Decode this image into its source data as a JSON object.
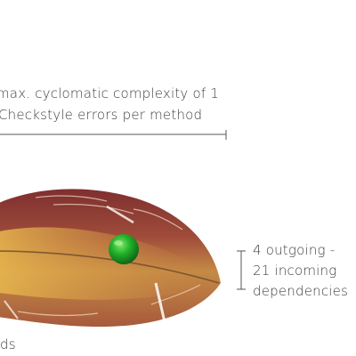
{
  "annotations": {
    "complexity_line": "max. cyclomatic complexity of 1",
    "errors_line": "Checkstyle errors per method",
    "dependencies": {
      "outgoing": "4 outgoing -",
      "incoming": "21 incoming",
      "label": "dependencies"
    },
    "bottom_fragment": "ds"
  },
  "glyph": {
    "type": "feather",
    "marker": "green-sphere"
  },
  "colors": {
    "feather_dark": "#8a3a33",
    "feather_light": "#d9a84a",
    "feather_mid": "#b86b3e",
    "marker": "#22b02a",
    "lines": "#555555"
  }
}
